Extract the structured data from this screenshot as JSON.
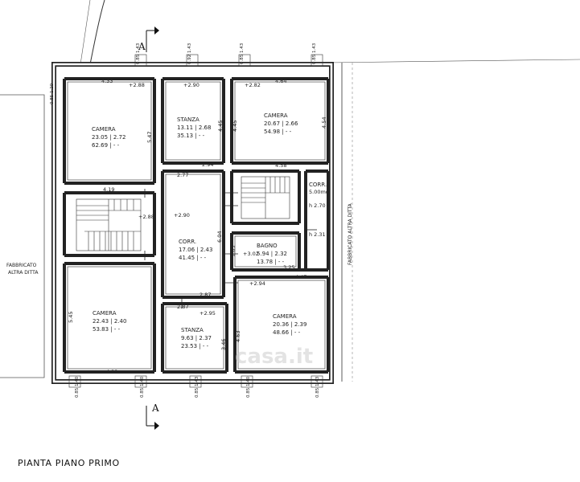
{
  "title": "PIANTA PIANO PRIMO",
  "section_marker_top": "A",
  "section_marker_bottom": "A",
  "labels": {
    "left_building_line1": "FABBRICATO",
    "left_building_line2": "ALTRA DITTA",
    "right_building": "FABBRICATO ALTRA DITTA"
  },
  "rooms": {
    "camera_nw": {
      "name": "CAMERA",
      "area_h": "23.05 | 2.72",
      "volume": "62.69 | - -",
      "level": "+2.88",
      "dim_w": "4.33",
      "dim_h": "5.47"
    },
    "stanza_n": {
      "name": "STANZA",
      "area_h": "13.11 | 2.68",
      "volume": "35.13 | - -",
      "level": "+2.90",
      "dim_h": "4.45",
      "dim_w": "2.94"
    },
    "camera_ne": {
      "name": "CAMERA",
      "area_h": "20.67 | 2.66",
      "volume": "54.98 | - -",
      "level": "+2.82",
      "dim_w": "4.64",
      "dim_h_left": "4.45",
      "dim_h_right": "4.54",
      "dim_w_bottom": "4.58"
    },
    "stair_left": {
      "dim_w": "4.19",
      "level": "+2.88"
    },
    "corr_center": {
      "name": "CORR.",
      "area_h": "17.06 | 2.43",
      "volume": "41.45 | - -",
      "level": "+2.90",
      "dim_top": "2.77",
      "dim_h": "6.04",
      "dim_bottom": "2.87",
      "dim_side": "1.83"
    },
    "corr_small": {
      "name": "CORR.",
      "area": "5.00mq",
      "height": "h 2.70",
      "height2": "h 2.31"
    },
    "bagno": {
      "name": "BAGNO",
      "area_h": "5.94 | 2.32",
      "volume": "13.78 | - -",
      "level": "+3.02",
      "dim_w": "3.25",
      "dim_w_top": "4.47"
    },
    "camera_sw": {
      "name": "CAMERA",
      "area_h": "22.43 | 2.40",
      "volume": "53.83 | - -",
      "dim_h": "5.45",
      "dim_w": "4.22"
    },
    "stanza_s": {
      "name": "STANZA",
      "area_h": "9.63 | 2.37",
      "volume": "23.53 | - -",
      "level": "+2.95",
      "dim_w": "2.87",
      "dim_h": "3.46"
    },
    "camera_se": {
      "name": "CAMERA",
      "area_h": "20.36 | 2.39",
      "volume": "48.66 | - -",
      "level": "+2.94",
      "dim_h": "4.63"
    }
  },
  "openings_top": [
    "0.85 1.43",
    "0.92 1.43",
    "0.85 1.43",
    "0.85 1.43"
  ],
  "openings_bottom": [
    "0.85 1.40",
    "0.85 1.40",
    "0.85 1.43",
    "0.85 1.40",
    "0.85 1.43"
  ],
  "opening_side": "0.85 1.29",
  "watermark": "casa.it"
}
